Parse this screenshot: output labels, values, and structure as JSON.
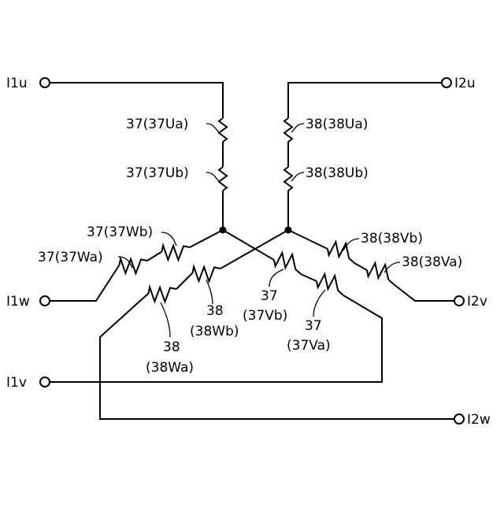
{
  "terminals": {
    "i1u": "I1u",
    "i2u": "I2u",
    "i1w": "I1w",
    "i2v": "I2v",
    "i1v": "I1v",
    "i2w": "I2w"
  },
  "resistors": {
    "r37ua": "37(37Ua)",
    "r37ub": "37(37Ub)",
    "r37wb": "37(37Wb)",
    "r37wa": "37(37Wa)",
    "r38ua": "38(38Ua)",
    "r38ub": "38(38Ub)",
    "r38vb": "38(38Vb)",
    "r38va": "38(38Va)",
    "r38wb_num": "38",
    "r38wb_id": "(38Wb)",
    "r38wa_num": "38",
    "r38wa_id": "(38Wa)",
    "r37vb_num": "37",
    "r37vb_id": "(37Vb)",
    "r37va_num": "37",
    "r37va_id": "(37Va)"
  }
}
